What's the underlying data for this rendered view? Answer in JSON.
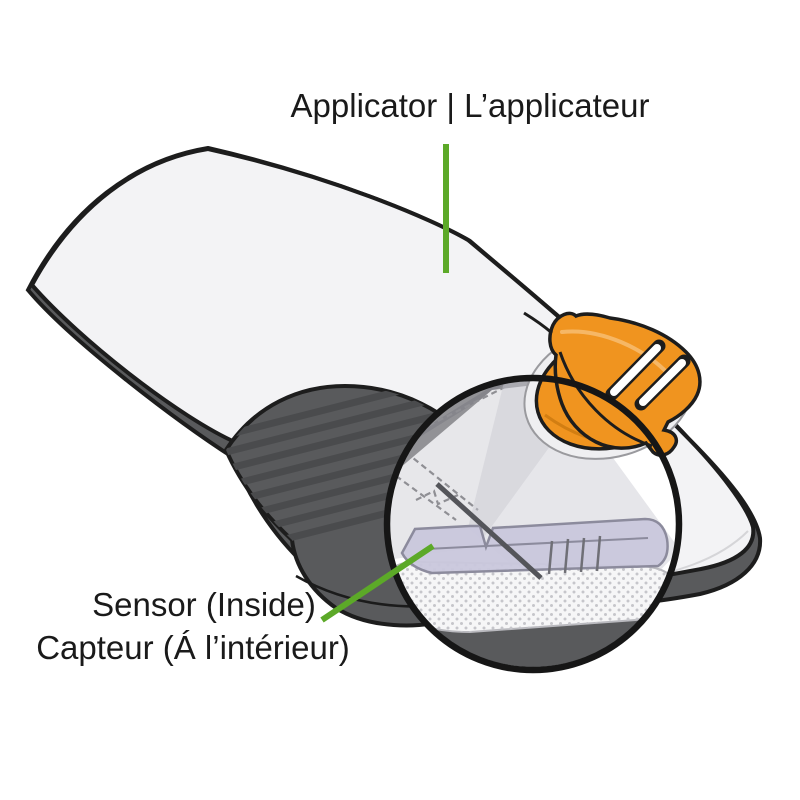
{
  "figure": {
    "type": "product-illustration",
    "subject": "Sensor applicator with magnified inset of the sensor inside",
    "labels": {
      "applicator": "Applicator | L’applicateur",
      "sensor_line1": "Sensor (Inside)",
      "sensor_line2": "Capteur (Á l’intérieur)"
    },
    "icons": {
      "magnifier": "circular zoom inset",
      "applicator_callout": "green vertical pointer line",
      "sensor_callout": "green diagonal pointer line"
    }
  },
  "colors": {
    "text": "#1A1A1A",
    "outline": "#1D1D1D",
    "body_dark": "#595A5C",
    "grip_stripe": "#4A4B4D",
    "face": "#F3F3F5",
    "accent_green": "#5CA928",
    "cap_orange": "#F0941F",
    "cap_highlight": "#F6B765",
    "sensor_lavender": "#C9C7DC",
    "sensor_outline": "#8C8B9D",
    "magnifier_bg": "#FFFFFF"
  }
}
